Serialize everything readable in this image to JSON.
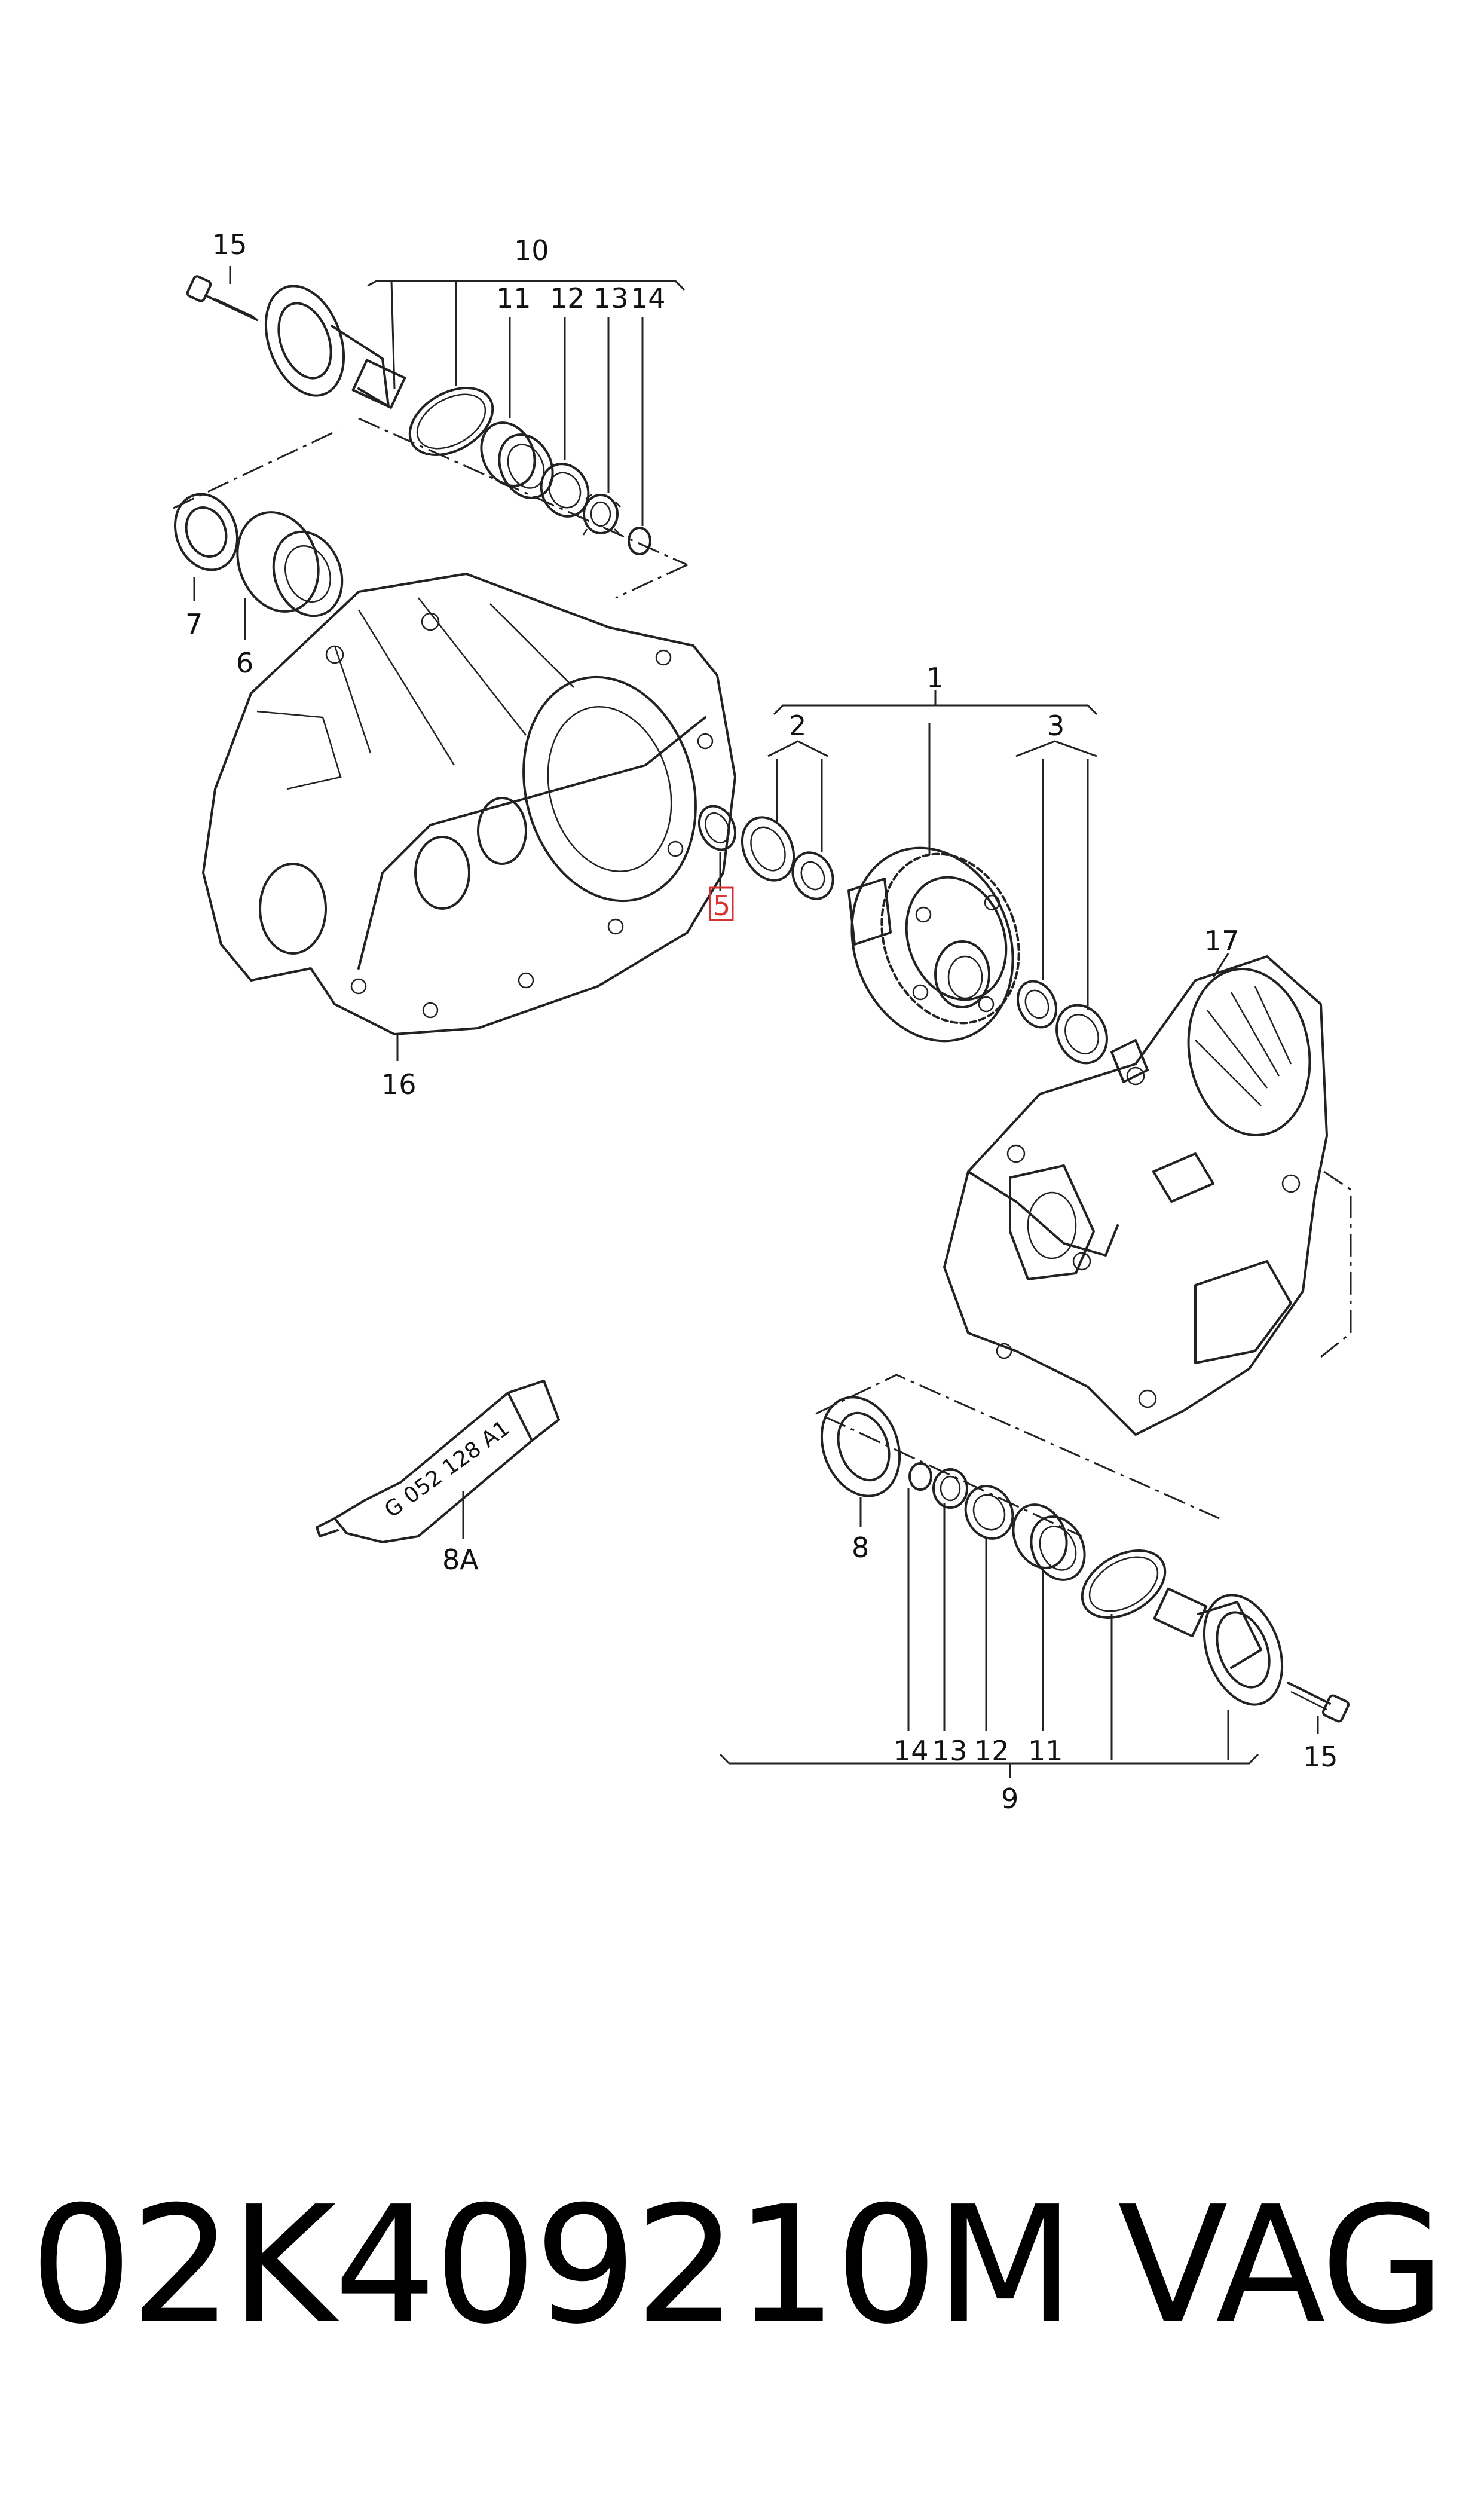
{
  "labels": {
    "l1": "1",
    "l2": "2",
    "l3": "3",
    "l5": "5",
    "l6": "6",
    "l7": "7",
    "l8": "8",
    "l8a": "8A",
    "l9": "9",
    "l10": "10",
    "l11_top": "11",
    "l12_top": "12",
    "l13_top": "13",
    "l14_top": "14",
    "l11_bot": "11",
    "l12_bot": "12",
    "l13_bot": "13",
    "l14_bot": "14",
    "l15_top": "15",
    "l15_bot": "15",
    "l16": "16",
    "l17": "17"
  },
  "tube_text": "G 052 128 A1",
  "highlight_color": "#d33333",
  "footer": {
    "part_number": "02K409210M",
    "brand": "VAG"
  }
}
